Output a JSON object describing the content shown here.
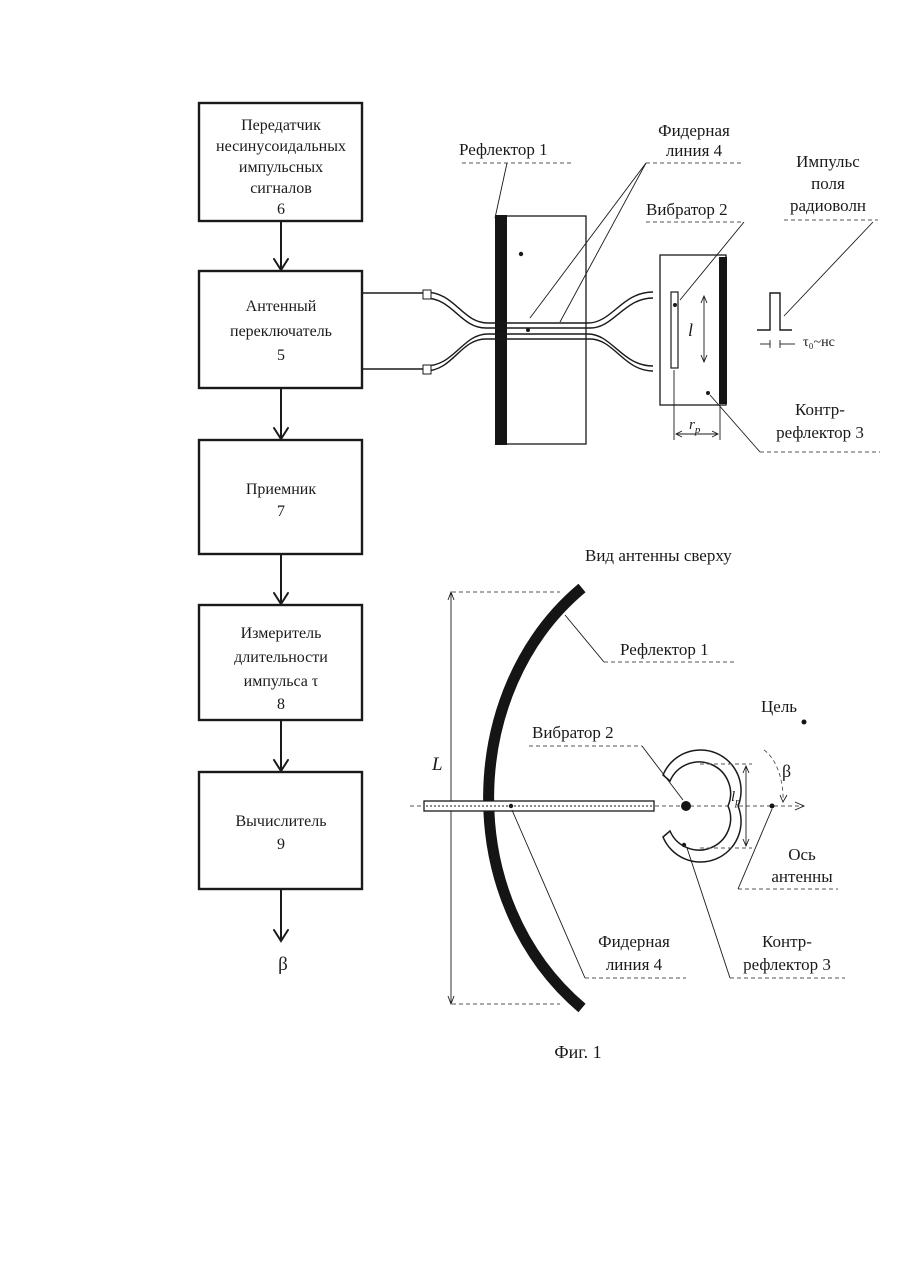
{
  "blocks": [
    {
      "lines": [
        "Передатчик",
        "несинусоидальных",
        "импульсных",
        "сигналов",
        "6"
      ]
    },
    {
      "lines": [
        "Антенный",
        "переключатель",
        "5"
      ]
    },
    {
      "lines": [
        "Приемник",
        "7"
      ]
    },
    {
      "lines": [
        "Измеритель",
        "длительности",
        "импульса τ",
        "8"
      ]
    },
    {
      "lines": [
        "Вычислитель",
        "9"
      ]
    }
  ],
  "output_label": "β",
  "side_view": {
    "reflector_label": "Рефлектор 1",
    "feeder_label_lines": [
      "Фидерная",
      "линия 4"
    ],
    "vibrator_label": "Вибратор 2",
    "pulse_label_lines": [
      "Импульс",
      "поля",
      "радиоволн"
    ],
    "counter_label_lines": [
      "Контр-",
      "рефлектор 3"
    ],
    "l_label": "l",
    "rp_label": "r",
    "rp_sub": "p",
    "tau_label": "τ₀~нс"
  },
  "top_view": {
    "title": "Вид антенны сверху",
    "reflector_label": "Рефлектор 1",
    "target_label": "Цель",
    "vibrator_label": "Вибратор 2",
    "L_label": "L",
    "beta_label": "β",
    "lp_label": "l",
    "lp_sub": "p",
    "axis_label_lines": [
      "Ось",
      "антенны"
    ],
    "feeder_label_lines": [
      "Фидерная",
      "линия 4"
    ],
    "counter_label_lines": [
      "Контр-",
      "рефлектор 3"
    ]
  },
  "caption": "Фиг. 1"
}
